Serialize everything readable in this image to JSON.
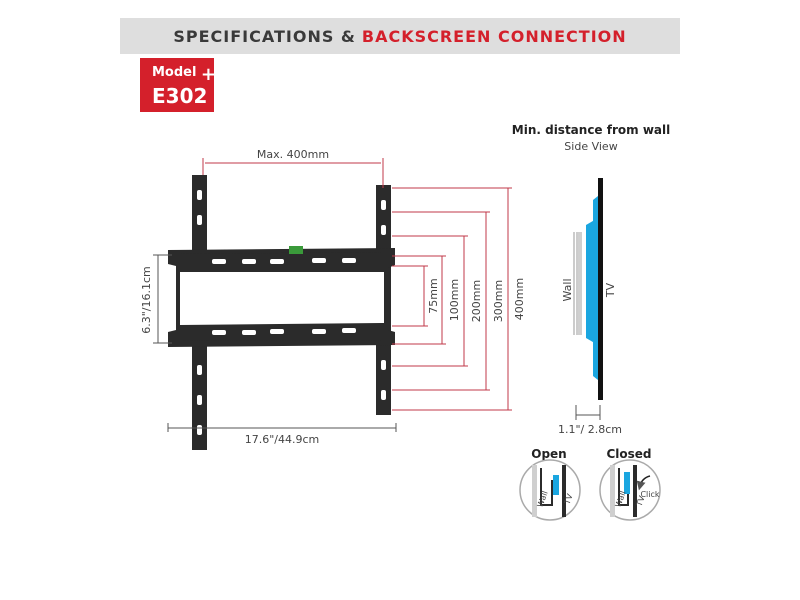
{
  "header": {
    "title_dark": "SPECIFICATIONS &",
    "title_red": "BACKSCREEN CONNECTION"
  },
  "model_badge": {
    "word": "Model",
    "code": "E302",
    "plus": "+"
  },
  "front_view": {
    "max_width_label": "Max. 400mm",
    "height_label": "6.3\"/16.1cm",
    "width_label": "17.6\"/44.9cm",
    "vesa_vertical": [
      "75mm",
      "100mm",
      "200mm",
      "300mm",
      "400mm"
    ]
  },
  "side_view": {
    "title": "Min. distance from wall",
    "subtitle": "Side View",
    "wall_label": "Wall",
    "tv_label": "TV",
    "distance_label": "1.1\"/ 2.8cm"
  },
  "lock_views": {
    "open_label": "Open",
    "closed_label": "Closed",
    "wall_label": "Wall",
    "tv_label": "TV",
    "click_label": "Click"
  },
  "colors": {
    "accent_red": "#d4202b",
    "header_bg": "#dedede",
    "tv_blue": "#1aa6e0",
    "bracket": "#2b2b2b",
    "dim_red": "#c0394a"
  }
}
